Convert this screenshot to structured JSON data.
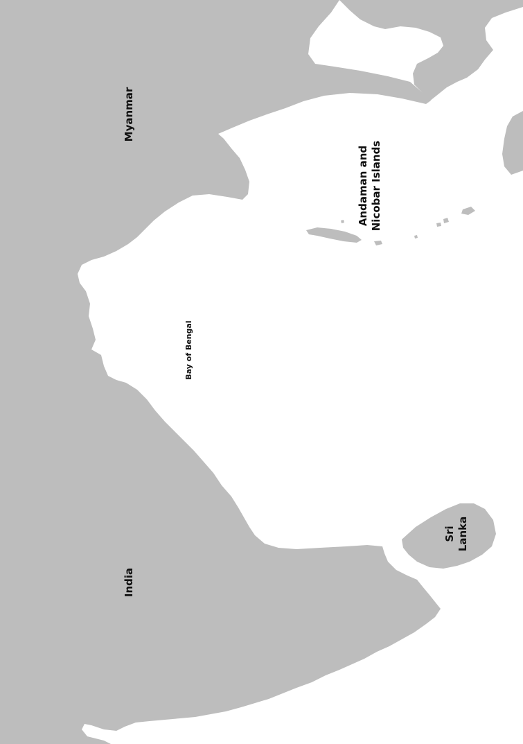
{
  "map": {
    "colors": {
      "land": "#bdbdbd",
      "water": "#ffffff",
      "text": "#111111"
    },
    "labels": {
      "myanmar": "Myanmar",
      "andaman_line1": "Andaman and",
      "andaman_line2": "Nicobar Islands",
      "bay": "Bay of Bengal",
      "india": "India",
      "sri_lanka_line1": "Sri",
      "sri_lanka_line2": "Lanka"
    }
  }
}
